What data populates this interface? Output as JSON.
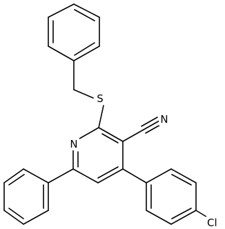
{
  "molecule": {
    "atom_labels": {
      "sulfur": "S",
      "pyridine_nitrogen": "N",
      "nitrile_nitrogen": "N",
      "chlorine": "Cl"
    },
    "substituents": {
      "position_2": "benzylsulfanyl",
      "position_3": "cyano",
      "position_4": "4-chlorophenyl",
      "position_6": "phenyl"
    }
  },
  "colors": {
    "bond": "#000000",
    "label": "#000000",
    "background": "#ffffff"
  }
}
